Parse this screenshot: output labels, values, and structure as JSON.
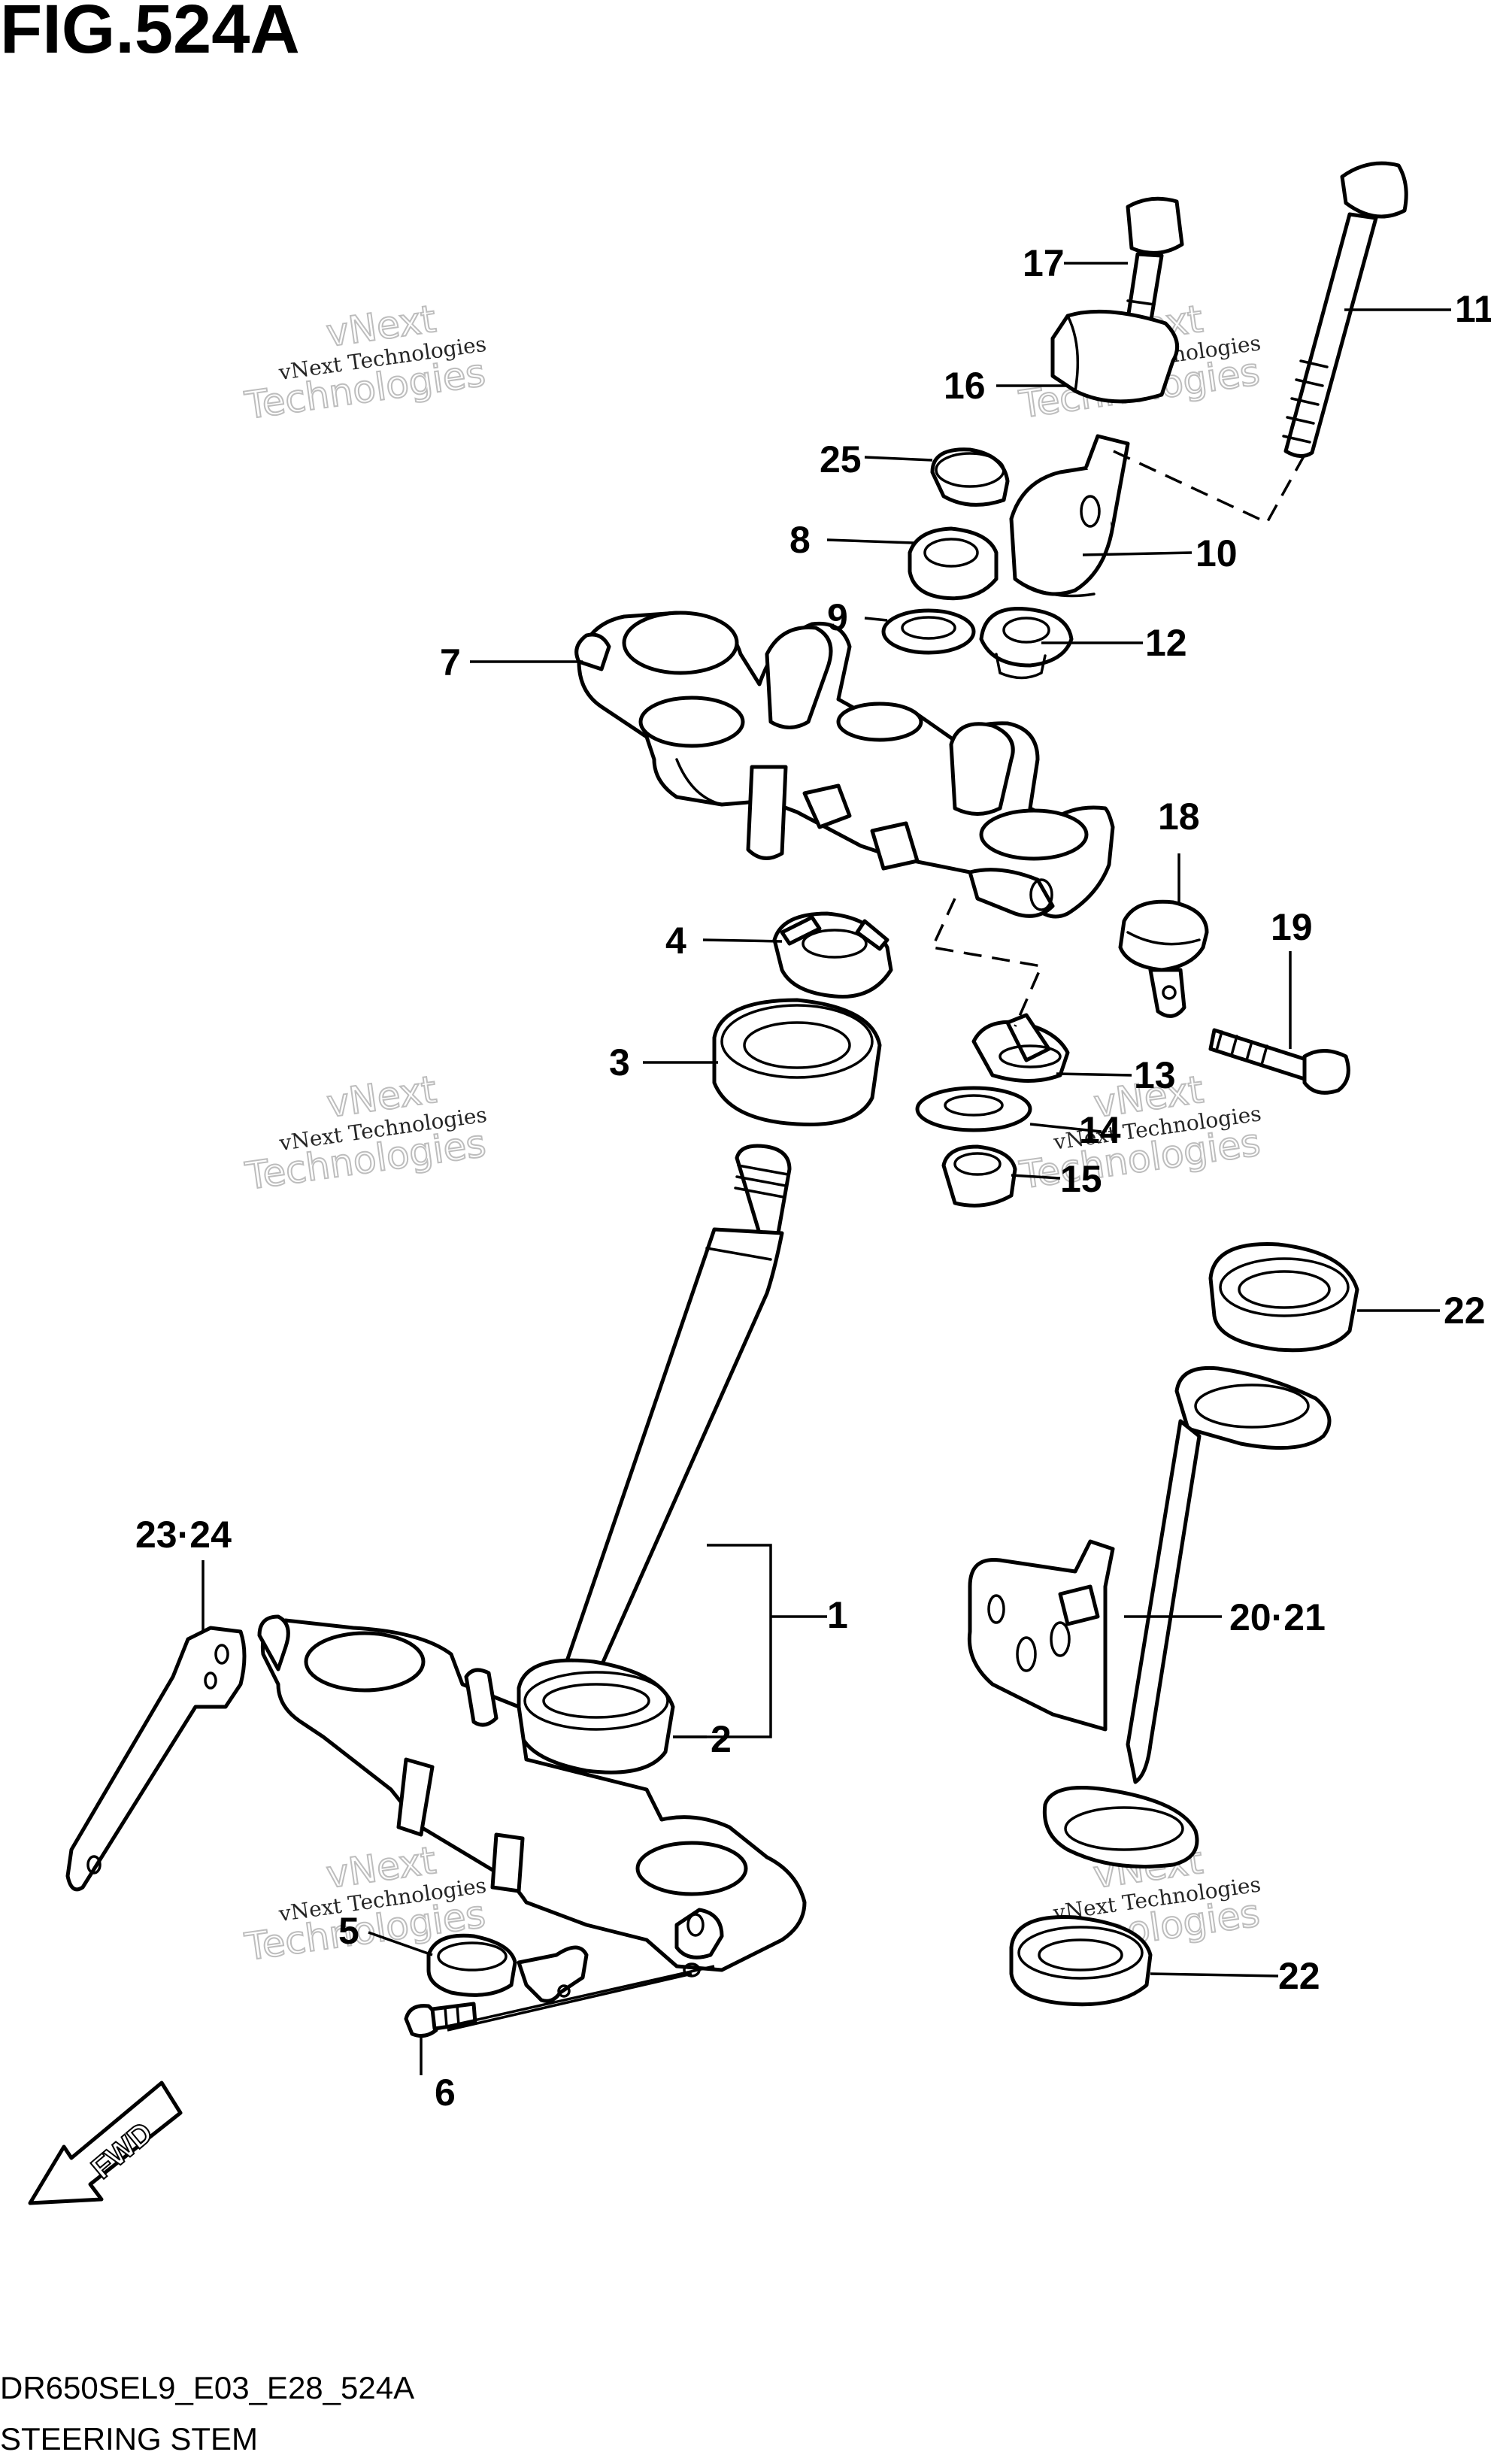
{
  "figure": {
    "title": "FIG.524A",
    "code": "DR650SEL9_E03_E28_524A",
    "name": "STEERING STEM"
  },
  "watermark": {
    "line1": "vNext Technologies",
    "line2": "vNext",
    "line3": "Technologies"
  },
  "direction": "FWD",
  "callouts": {
    "c1": "1",
    "c2": "2",
    "c3": "3",
    "c4": "4",
    "c5": "5",
    "c6": "6",
    "c7": "7",
    "c8": "8",
    "c9": "9",
    "c10": "10",
    "c11": "11",
    "c12": "12",
    "c13": "13",
    "c14": "14",
    "c15": "15",
    "c16": "16",
    "c17": "17",
    "c18": "18",
    "c19": "19",
    "c20_21": "20·21",
    "c22a": "22",
    "c22b": "22",
    "c23_24": "23·24",
    "c25": "25"
  }
}
